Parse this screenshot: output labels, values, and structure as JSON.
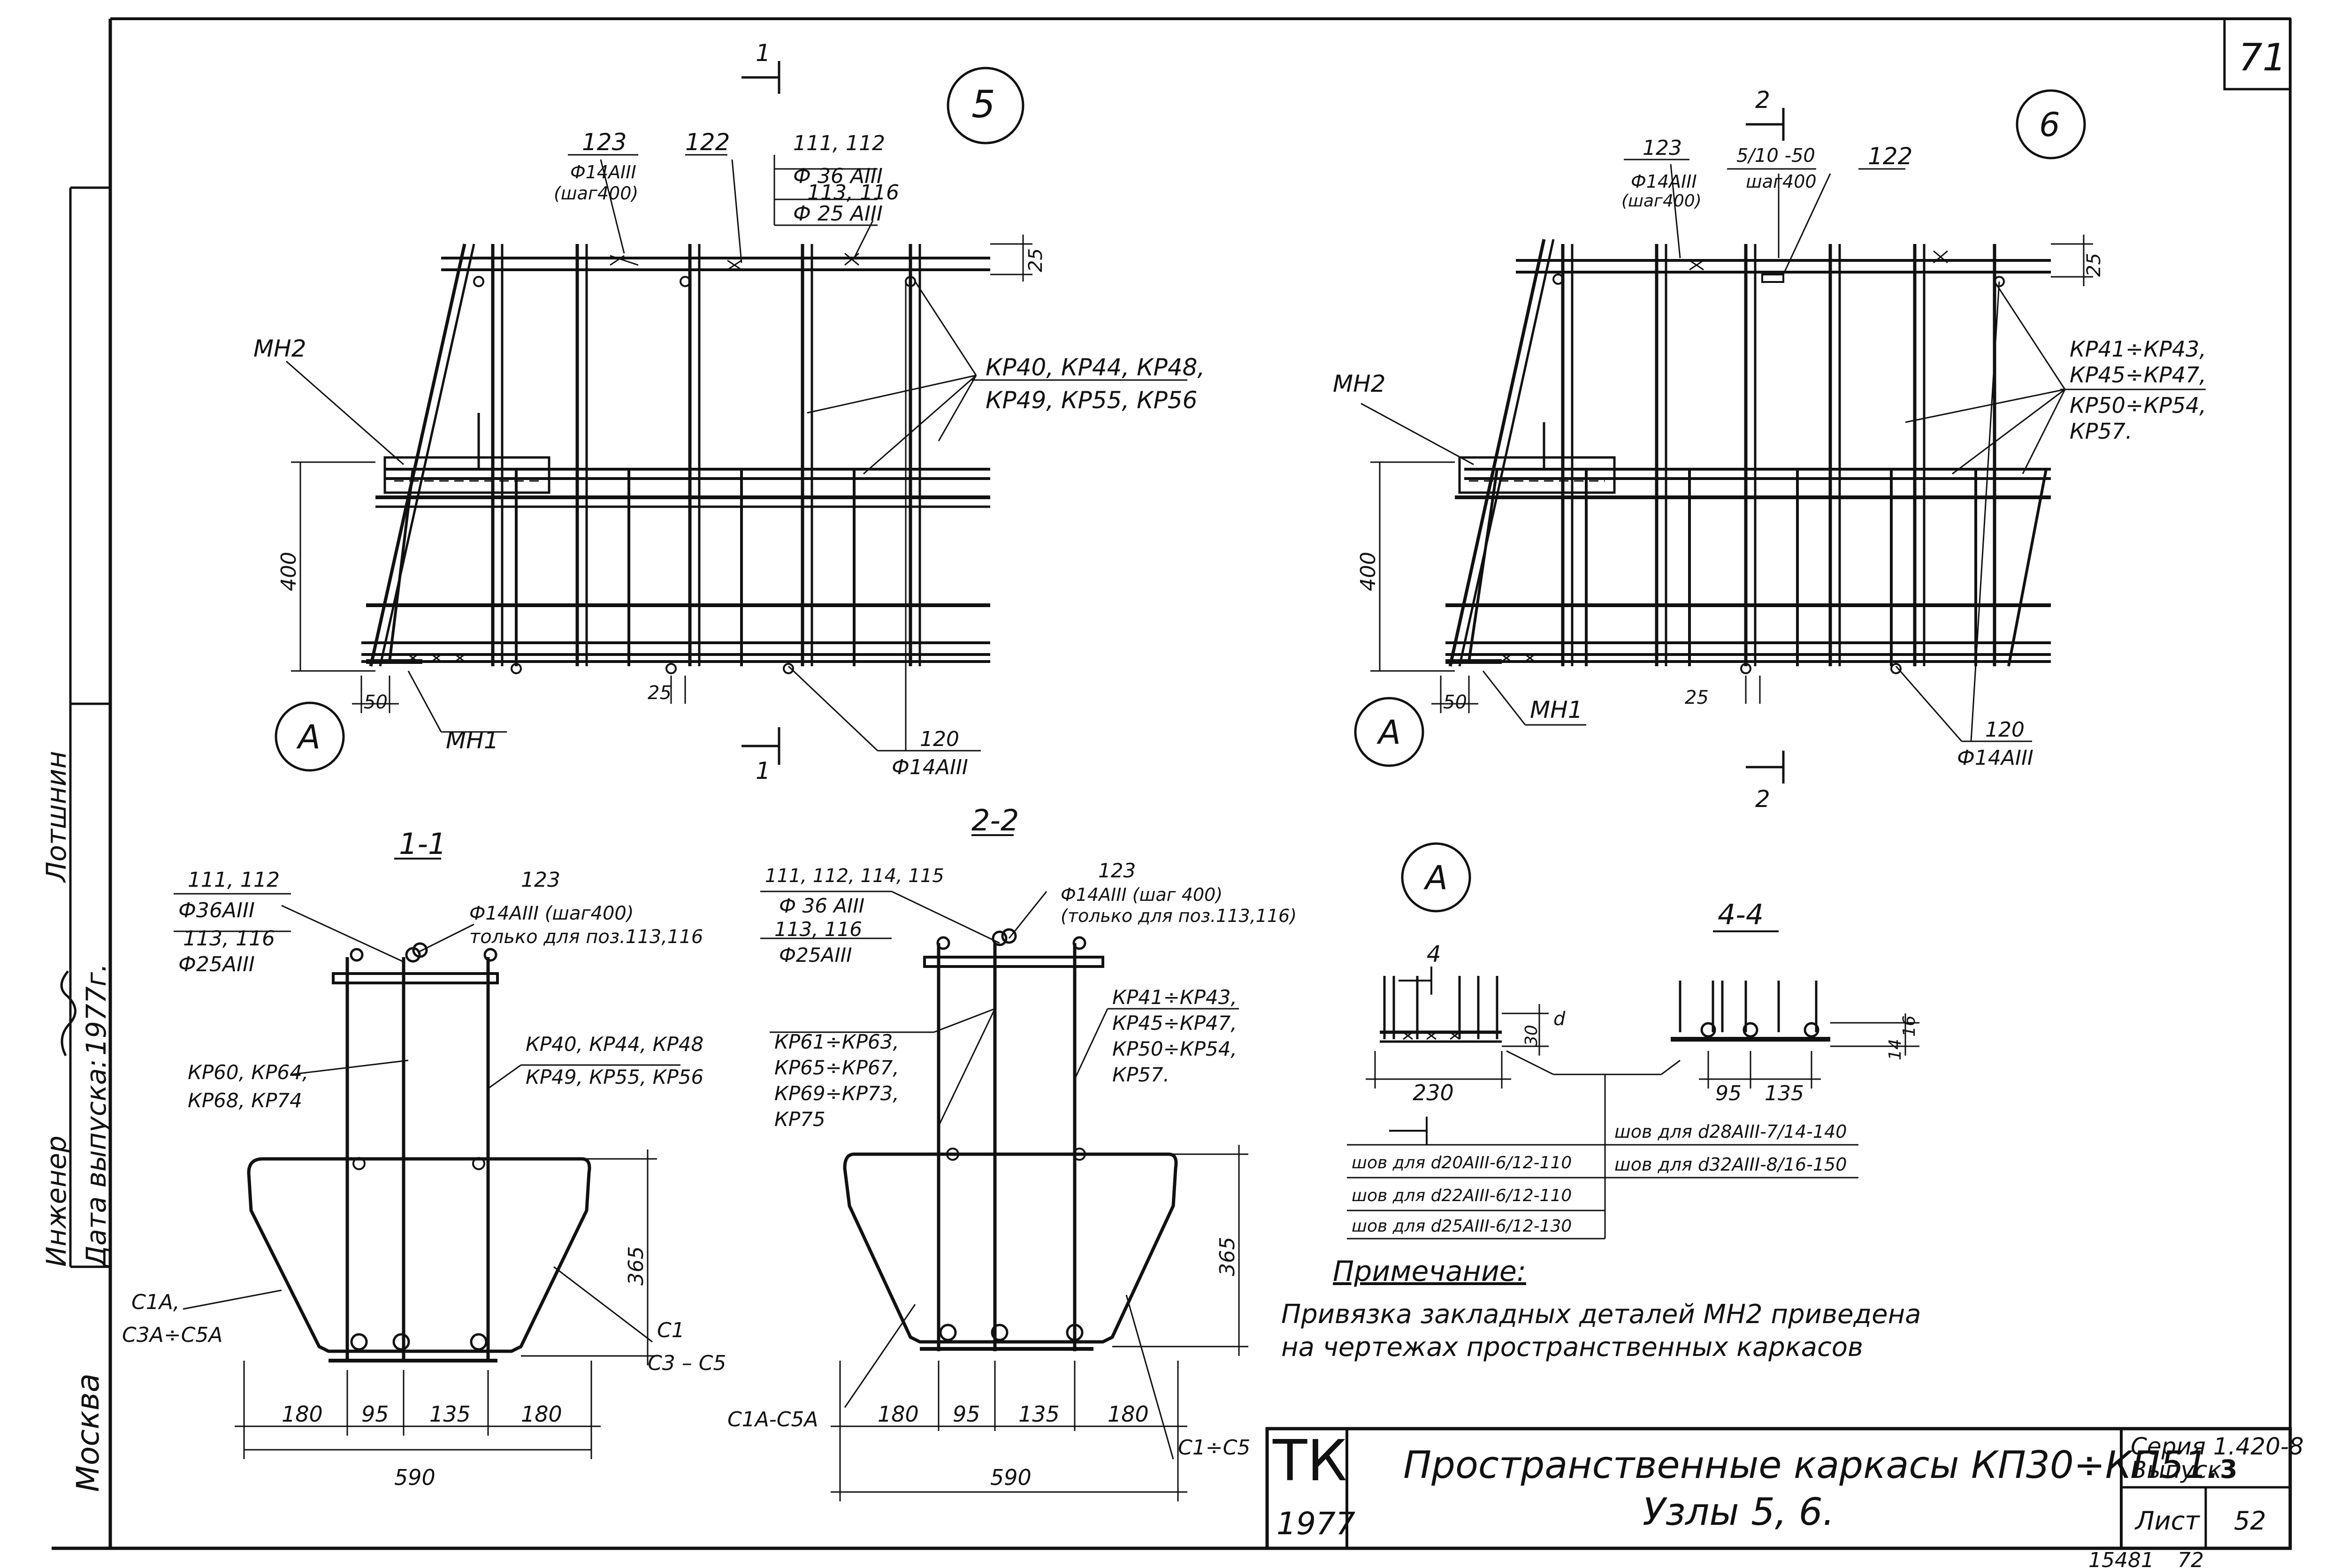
{
  "sheet": {
    "page_number": "71",
    "archive_no": "15481",
    "archive_page": "72",
    "city": "Москва",
    "side": {
      "role1": "Инженер",
      "name1": "Лотшнин",
      "role2": "Дата выпуска:",
      "date": "1977г."
    },
    "stamp": {
      "org": "ТК",
      "year": "1977",
      "title_line1": "Пространственные каркасы КП30÷КП51.",
      "title_line2": "Узлы 5, 6.",
      "series_label": "Серия 1.420-8",
      "issue_label": "Выпуск",
      "issue_no": "3",
      "list_label": "Лист",
      "list_no": "52"
    }
  },
  "node5": {
    "id": "5",
    "section_mark": "1",
    "labels": {
      "p123": "123",
      "p123_spec": "Ф14АIII",
      "p123_step": "(шаг400)",
      "p122": "122",
      "p111": "111, 112",
      "p111_spec": "Ф 36 АIII",
      "p113": "113, 116",
      "p113_spec": "Ф 25 АIII",
      "mh2": "МН2",
      "mh1": "МН1",
      "kp_line1": "КР40, КР44, КР48,",
      "kp_line2": "КР49, КР55, КР56",
      "p120": "120",
      "p120_spec": "Ф14АIII",
      "dim_400": "400",
      "dim_50": "50",
      "dim_25a": "25",
      "dim_25b": "25",
      "callout": "А"
    }
  },
  "node6": {
    "id": "6",
    "section_mark": "2",
    "labels": {
      "p123": "123",
      "p123_spec": "Ф14АIII",
      "p123_step": "(шаг400)",
      "weld": "5/10 -50",
      "weld_step": "шаг400",
      "p122": "122",
      "mh2": "МН2",
      "mh1": "МН1",
      "kp_line1": "КР41÷КР43,",
      "kp_line2": "КР45÷КР47,",
      "kp_line3": "КР50÷КР54,",
      "kp_line4": "КР57.",
      "p120": "120",
      "p120_spec": "Ф14АIII",
      "dim_400": "400",
      "dim_50": "50",
      "dim_25a": "25",
      "dim_25b": "25",
      "callout": "А"
    }
  },
  "section11": {
    "title": "1-1",
    "p111": "111, 112",
    "p111_spec": "Ф36АIII",
    "p113": "113, 116",
    "p113_spec": "Ф25АIII",
    "p123": "123",
    "p123_spec": "Ф14АIII (шаг400)",
    "p123_note": "только для поз.113,116",
    "kp_left1": "КР60, КР64,",
    "kp_left2": "КР68, КР74",
    "kp_right1": "КР40, КР44, КР48",
    "kp_right2": "КР49, КР55, КР56",
    "c_left1": "С1А,",
    "c_left2": "С3А÷С5А",
    "c_right1": "С1",
    "c_right2": "С3 – С5",
    "dim_365": "365",
    "dims": [
      "180",
      "95",
      "135",
      "180"
    ],
    "dim_total": "590"
  },
  "section22": {
    "title": "2-2",
    "p111": "111, 112, 114, 115",
    "p111_spec": "Ф 36 АIII",
    "p113": "113, 116",
    "p113_spec": "Ф25АIII",
    "p123": "123",
    "p123_spec": "Ф14АIII (шаг 400)",
    "p123_note": "(только для поз.113,116)",
    "kp_mid1": "КР61÷КР63,",
    "kp_mid2": "КР65÷КР67,",
    "kp_mid3": "КР69÷КР73,",
    "kp_mid4": "КР75",
    "kp_right1": "КР41÷КР43,",
    "kp_right2": "КР45÷КР47,",
    "kp_right3": "КР50÷КР54,",
    "kp_right4": "КР57.",
    "c_left": "С1А-С5А",
    "c_right": "С1÷С5",
    "dim_365": "365",
    "dims": [
      "180",
      "95",
      "135",
      "180"
    ],
    "dim_total": "590"
  },
  "detailA": {
    "callout": "А",
    "section_title": "4-4",
    "section_mark": "4",
    "dim_230": "230",
    "dim_30": "30",
    "dim_d": "d",
    "dim_95": "95",
    "dim_135": "135",
    "dim_16": "16",
    "dim_14": "14",
    "welds_left": [
      "шов для d20АIII-6/12-110",
      "шов для d22АIII-6/12-110",
      "шов для d25АIII-6/12-130"
    ],
    "welds_right": [
      "шов для d28АIII-7/14-140",
      "шов для d32АIII-8/16-150"
    ]
  },
  "note": {
    "title": "Примечание:",
    "line1": "Привязка закладных деталей МН2 приведена",
    "line2": "на чертежах пространственных каркасов"
  }
}
